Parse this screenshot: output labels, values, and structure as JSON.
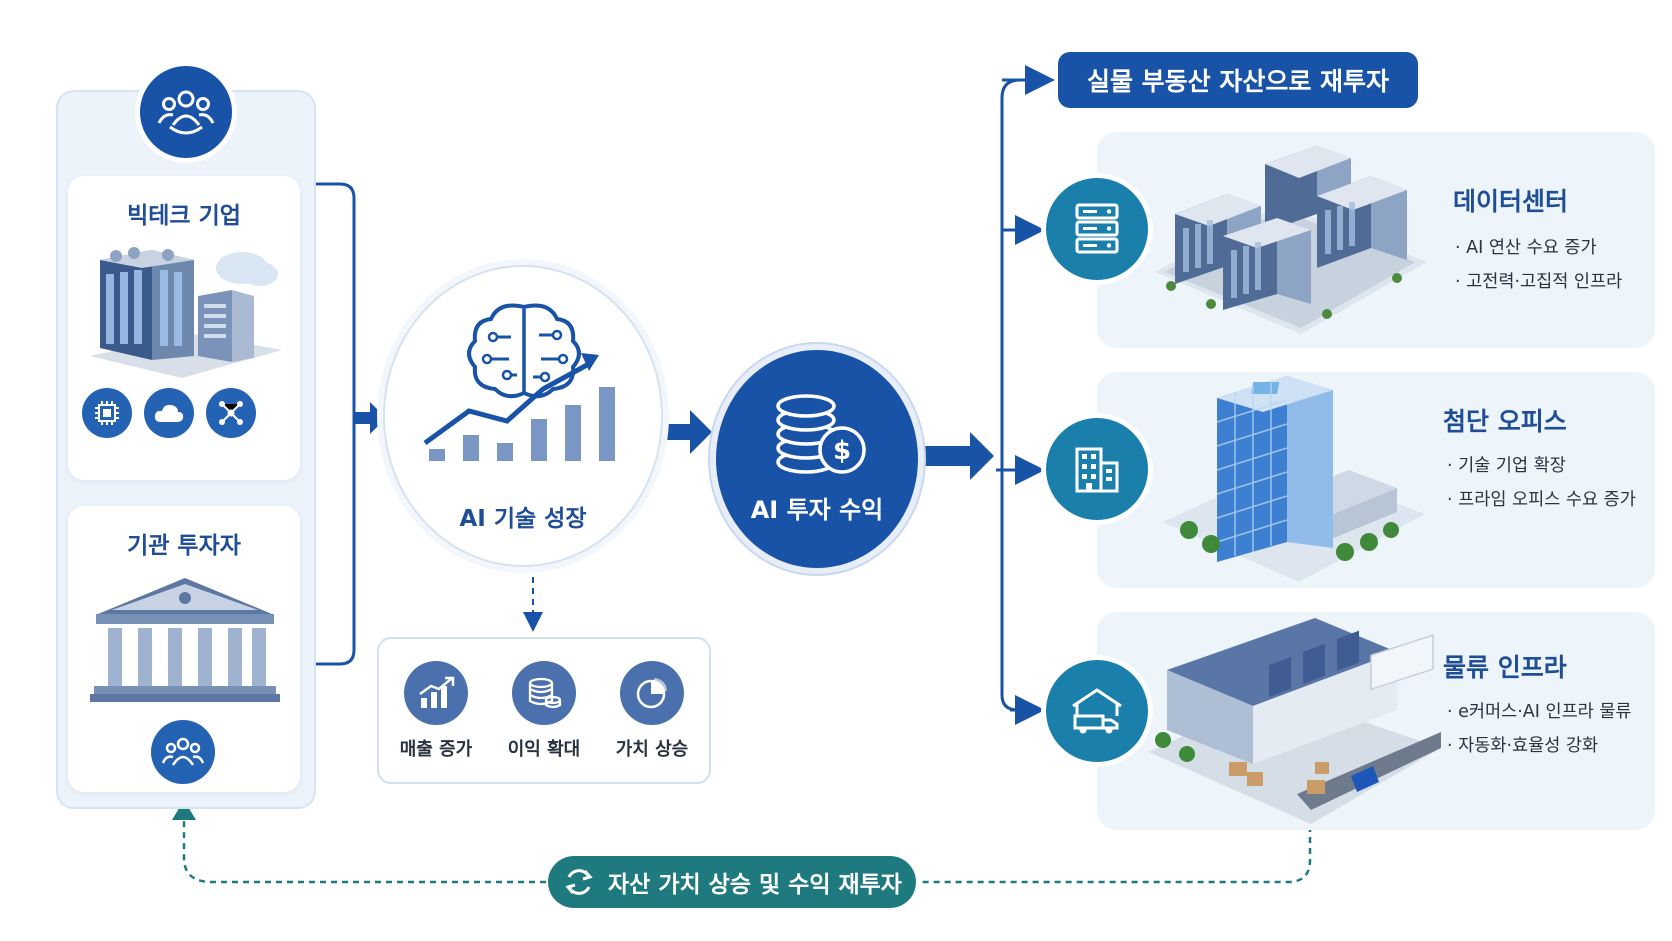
{
  "sources": {
    "bigtech": {
      "title": "빅테크 기업"
    },
    "institutional": {
      "title": "기관 투자자"
    }
  },
  "growth": {
    "label": "AI 기술 성장"
  },
  "revenue": {
    "label": "AI 투자 수익"
  },
  "results": [
    {
      "label": "매출 증가",
      "icon": "bar-growth-icon"
    },
    {
      "label": "이익 확대",
      "icon": "coin-stack-icon"
    },
    {
      "label": "가치 상승",
      "icon": "pie-chart-icon"
    }
  ],
  "reinvest": {
    "label": "실물 부동산 자산으로 재투자"
  },
  "assets": [
    {
      "title": "데이터센터",
      "bullets": [
        "AI 연산 수요 증가",
        "고전력·고집적 인프라"
      ],
      "icon": "server-rack-icon"
    },
    {
      "title": "첨단 오피스",
      "bullets": [
        "기술 기업 확장",
        "프라임 오피스 수요 증가"
      ],
      "icon": "office-building-icon"
    },
    {
      "title": "물류 인프라",
      "bullets": [
        "e커머스·AI 인프라 물류",
        "자동화·효율성 강화"
      ],
      "icon": "warehouse-truck-icon"
    }
  ],
  "loop": {
    "label": "자산 가치 상승 및 수익 재투자"
  },
  "colors": {
    "primary": "#1953a7",
    "teal": "#1f7a80",
    "light": "#edf4fa"
  }
}
